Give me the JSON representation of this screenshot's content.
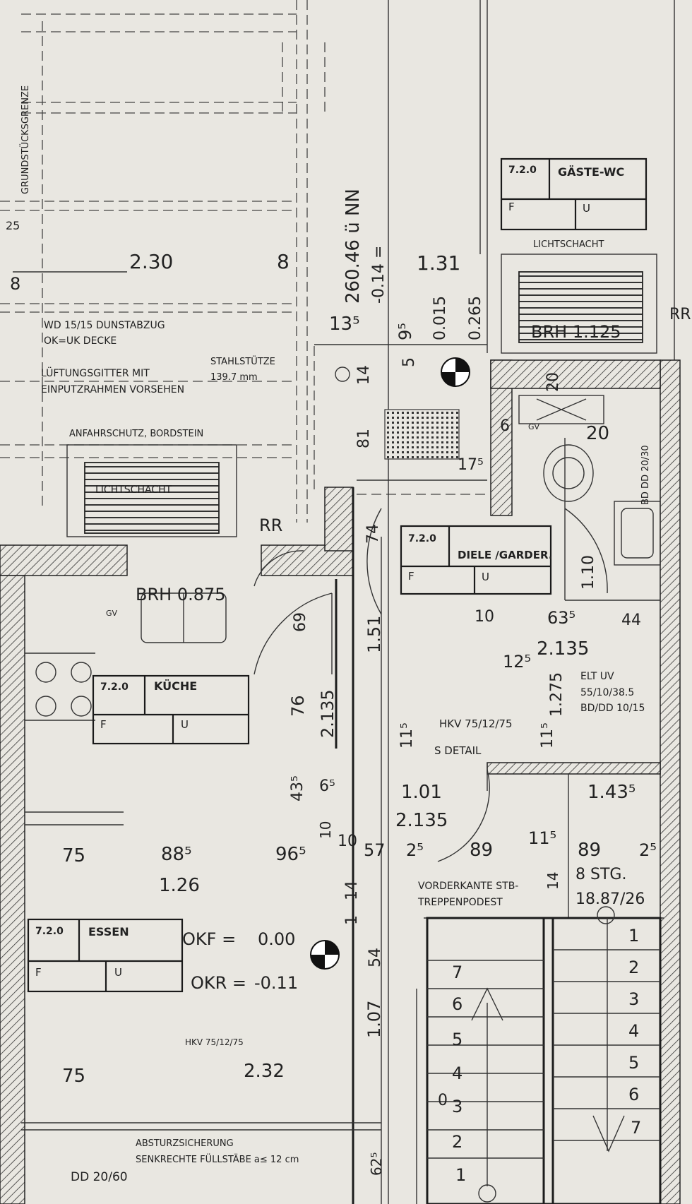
{
  "colors": {
    "paper": "#e9e7e1",
    "ink": "#1c1c1c"
  },
  "rooms": {
    "gaeste_wc": {
      "code": "7.2.0",
      "name": "GÄSTE-WC",
      "floor": "F",
      "area": "U"
    },
    "diele": {
      "code": "7.2.0",
      "name": "DIELE /GARDER.",
      "floor": "F",
      "area": "U"
    },
    "kueche": {
      "code": "7.2.0",
      "name": "KÜCHE",
      "floor": "F",
      "area": "U"
    },
    "essen": {
      "code": "7.2.0",
      "name": "ESSEN",
      "floor": "F",
      "area": "U"
    }
  },
  "labels": {
    "grundstuecksgrenze": "GRUNDSTÜCKSGRENZE",
    "lichtschacht_wc": "LICHTSCHACHT",
    "brh_wc": "BRH 1.125",
    "rr_right": "RR",
    "wd_line1": "WD 15/15 DUNSTABZUG",
    "wd_line2": "OK=UK DECKE",
    "lueft_line1": "LÜFTUNGSGITTER MIT",
    "lueft_line2": "EINPUTZRAHMEN VORSEHEN",
    "stahl_line1": "STAHLSTÜTZE",
    "stahl_line2": "139.7 mm",
    "anfahr": "ANFAHRSCHUTZ, BORDSTEIN",
    "lichtschacht_k": "LICHTSCHACHT",
    "rr_kueche": "RR",
    "brh_kueche": "BRH 0.875",
    "gv_kueche": "GV",
    "gv_wc": "GV",
    "elt_line1": "ELT UV",
    "elt_line2": "55/10/38.5",
    "elt_line3": "BD/DD 10/15",
    "bd_wc": "BD DD 20/30",
    "hkv": "HKV 75/12/75",
    "s_detail": "S DETAIL",
    "vorderkante_1": "VORDERKANTE STB-",
    "vorderkante_2": "TREPPENPODEST",
    "stg_1": "8 STG.",
    "stg_2": "18.87/26",
    "okf": "OKF =",
    "okf_val": "0.00",
    "okr": "OKR =",
    "okr_val": "-0.11",
    "hkv_essen": "HKV 75/12/75",
    "absturz_1": "ABSTURZSICHERUNG",
    "absturz_2": "SENKRECHTE FÜLLSTÄBE a≤ 12 cm",
    "dd": "DD 20/60"
  },
  "dims": {
    "d_230": "2.30",
    "d_8a": "8",
    "d_25": "25",
    "d_8b": "8",
    "d_nn": "260.46 ü NN",
    "d_014": "-0.14 =",
    "d_131": "1.31",
    "d_135": "13⁵",
    "d_95": "9⁵",
    "d_0015": "0.015",
    "d_0265": "0.265",
    "d_14": "14",
    "d_5": "5",
    "d_81": "81",
    "d_175": "17⁵",
    "d_6": "6",
    "d_20": "20",
    "d_20b": "20",
    "d_74": "74",
    "d_69": "69",
    "d_110": "1.10",
    "d_10a": "10",
    "d_635": "63⁵",
    "d_44": "44",
    "d_125": "12⁵",
    "d_2135a": "2.135",
    "d_1275": "1.275",
    "d_151": "1.51",
    "d_76": "76",
    "d_2135b": "2.135",
    "d_115a": "11⁵",
    "d_115b": "11⁵",
    "d_435": "43⁵",
    "d_65": "6⁵",
    "d_101": "1.01",
    "d_1435": "1.43⁵",
    "d_2135c": "2.135",
    "d_10b": "10",
    "d_10c": "10",
    "d_75a": "75",
    "d_885": "88⁵",
    "d_965": "96⁵",
    "d_57": "57",
    "d_25b": "2⁵",
    "d_89a": "89",
    "d_115c": "11⁵",
    "d_89b": "89",
    "d_25c": "2⁵",
    "d_14b": "14",
    "d_126": "1.26",
    "d_14c": "14",
    "d_1": "1",
    "d_54": "54",
    "d_107": "1.07",
    "d_75b": "75",
    "d_232": "2.32",
    "d_625": "62⁵"
  },
  "stairs": {
    "right": [
      "1",
      "2",
      "3",
      "4",
      "5",
      "6",
      "7"
    ],
    "left": [
      "7",
      "6",
      "5",
      "4",
      "3",
      "2",
      "1"
    ],
    "zero": "0"
  }
}
